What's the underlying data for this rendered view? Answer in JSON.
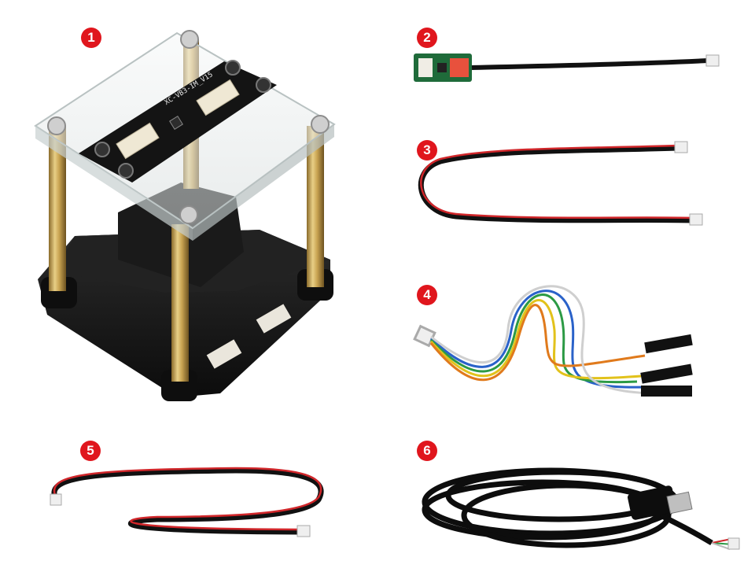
{
  "accent_color": "#e0161d",
  "items": [
    {
      "number": "1",
      "icon": "sensor-stack-assembly"
    },
    {
      "number": "2",
      "icon": "small-adapter-board-with-cable"
    },
    {
      "number": "3",
      "icon": "red-black-4pin-cable"
    },
    {
      "number": "4",
      "icon": "multicolor-jumper-cable"
    },
    {
      "number": "5",
      "icon": "long-red-black-4pin-cable"
    },
    {
      "number": "6",
      "icon": "usb-cable"
    }
  ],
  "pcb_silkscreen": "XC-VB3-IM_V15"
}
